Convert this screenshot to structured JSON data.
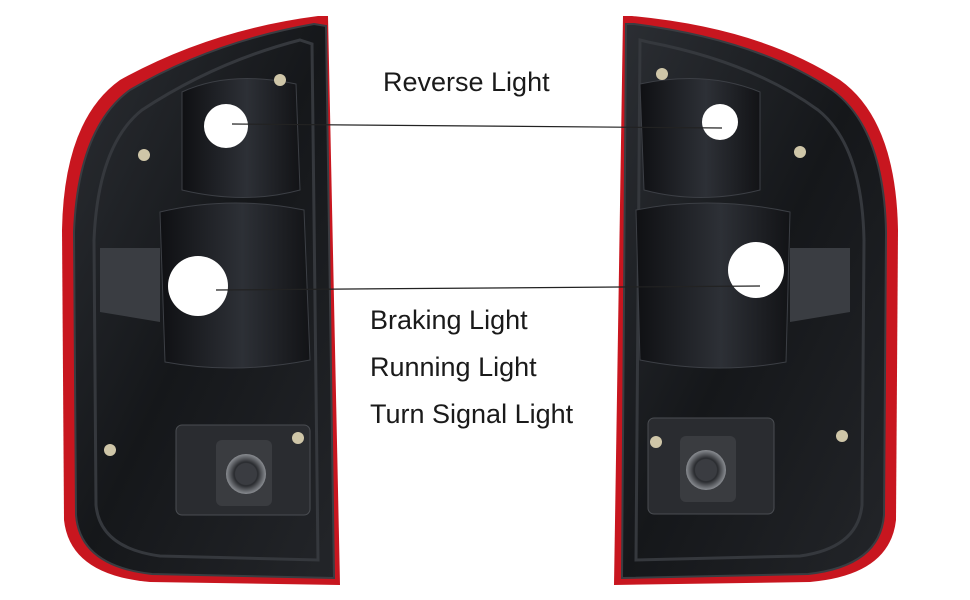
{
  "labels": {
    "reverse": "Reverse Light",
    "braking": "Braking Light",
    "running": "Running Light",
    "turn": "Turn Signal Light"
  },
  "colors": {
    "background": "#ffffff",
    "housing": "#17191d",
    "housing_inner": "#24272c",
    "red_rim": "#d81e2a",
    "socket": "#ffffff",
    "leader_line": "#222222"
  }
}
